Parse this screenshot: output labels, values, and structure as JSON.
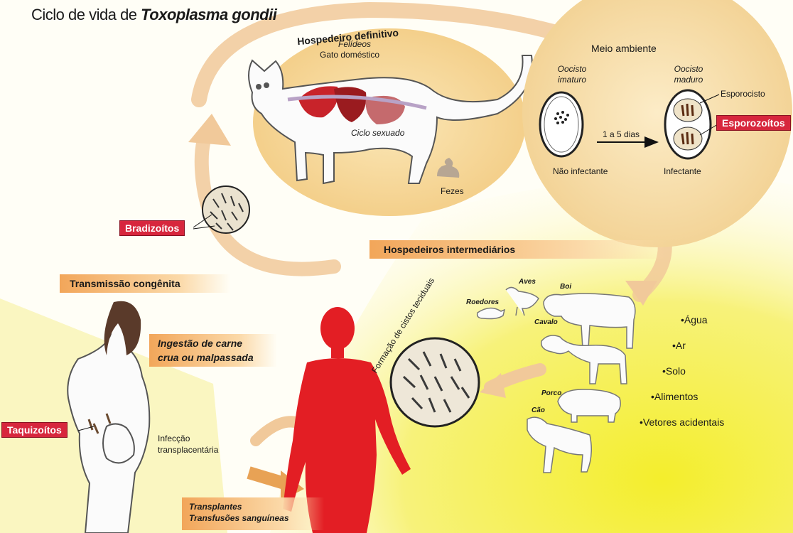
{
  "title": {
    "prefix": "Ciclo de vida de ",
    "organism": "Toxoplasma gondii"
  },
  "definitive_host": {
    "heading": "Hospedeiro definitivo",
    "line1": "Felídeos",
    "line2": "Gato doméstico",
    "cycle_label": "Ciclo sexuado",
    "feces_label": "Fezes"
  },
  "environment": {
    "heading": "Meio ambiente",
    "immature_label": "Oocisto imaturo",
    "mature_label": "Oocisto maduro",
    "sporocyst_label": "Esporocisto",
    "duration_label": "1 a 5 dias",
    "non_infective_label": "Não infectante",
    "infective_label": "Infectante"
  },
  "stages": {
    "sporozoites": "Esporozoítos",
    "bradyzoites": "Bradizoítos",
    "tachyzoites": "Taquizoítos"
  },
  "intermediate_hosts": {
    "heading": "Hospedeiros intermediários",
    "animals": [
      "Aves",
      "Roedores",
      "Boi",
      "Cavalo",
      "Porco",
      "Cão"
    ],
    "cyst_label": "Formação de cistos teciduais"
  },
  "sources": [
    "•Água",
    "•Ar",
    "•Solo",
    "•Alimentos",
    "•Vetores acidentais"
  ],
  "human_routes": {
    "congenital": "Transmissão congênita",
    "ingestion": [
      "Ingestão de carne",
      "crua ou malpassada"
    ],
    "transplacental": [
      "Infecção",
      "transplacentária"
    ],
    "transplant": [
      "Transplantes",
      "Transfusões sanguíneas"
    ]
  },
  "colors": {
    "stage_label": "#d7263d",
    "human": "#e31e24",
    "band": "#f2a65a",
    "cat_bg": "#f8dca0",
    "yellow": "#f4ee2c"
  }
}
